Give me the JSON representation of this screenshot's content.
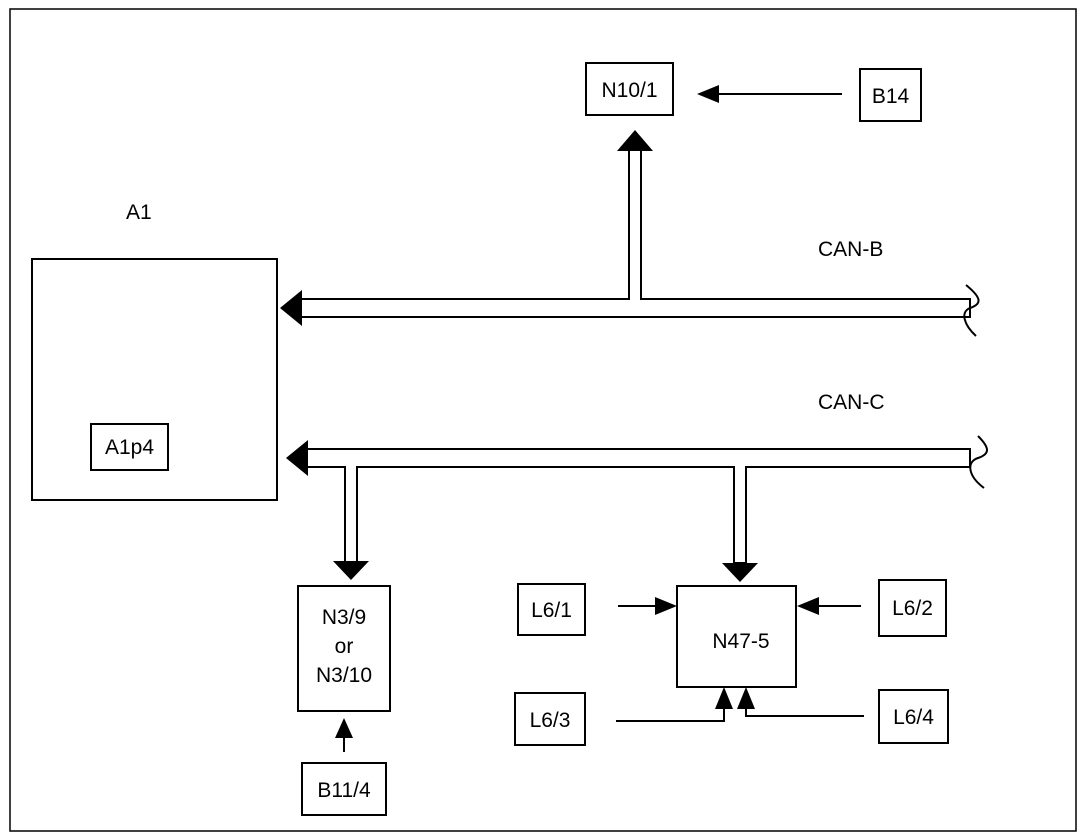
{
  "colors": {
    "stroke": "#000000",
    "background": "#ffffff"
  },
  "labels": {
    "a1": "A1",
    "a1p4": "A1p4",
    "n10_1": "N10/1",
    "b14": "B14",
    "can_b": "CAN-B",
    "can_c": "CAN-C",
    "n3_line1": "N3/9",
    "n3_line2": "or",
    "n3_line3": "N3/10",
    "b11_4": "B11/4",
    "l6_1": "L6/1",
    "l6_2": "L6/2",
    "l6_3": "L6/3",
    "l6_4": "L6/4",
    "n47_5": "N47-5"
  }
}
